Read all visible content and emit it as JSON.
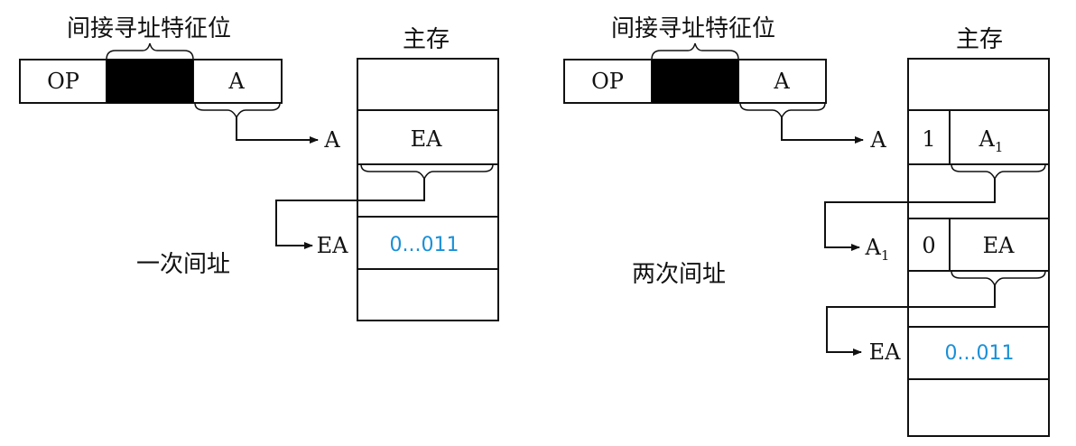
{
  "left": {
    "feature_label": "间接寻址特征位",
    "memory_label": "主存",
    "instr": {
      "op": "OP",
      "addr": "A"
    },
    "mem": {
      "a_label": "A",
      "ea_cell": "EA",
      "ea_label": "EA",
      "value": "0...011"
    },
    "caption": "一次间址"
  },
  "right": {
    "feature_label": "间接寻址特征位",
    "memory_label": "主存",
    "instr": {
      "op": "OP",
      "addr": "A"
    },
    "mem": {
      "a_label": "A",
      "flag1": "1",
      "a1_cell_base": "A",
      "a1_cell_sub": "1",
      "a1_label_base": "A",
      "a1_label_sub": "1",
      "flag0": "0",
      "ea_cell": "EA",
      "ea_label": "EA",
      "value": "0...011"
    },
    "caption": "两次间址"
  },
  "colors": {
    "value": "#1a90d8",
    "ink": "#111111"
  }
}
